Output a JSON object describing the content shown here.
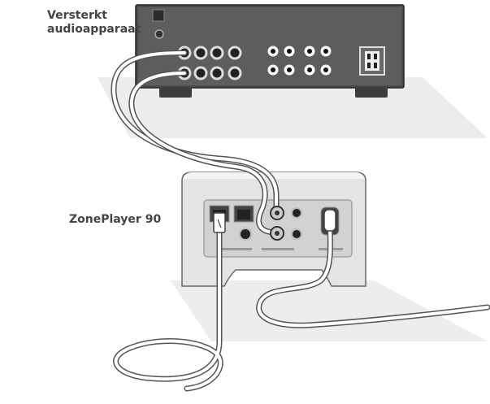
{
  "labels": {
    "amplifier_line1": "Versterkt",
    "amplifier_line2": "audioapparaat",
    "zoneplayer": "ZonePlayer 90"
  },
  "colors": {
    "cable": "#ffffff",
    "cable_outline": "#555555",
    "amp_body": "#4a4a4a",
    "amp_face": "#5c5c5c",
    "zp_body": "#e6e6e6",
    "shadow": "#e9e9e9"
  }
}
